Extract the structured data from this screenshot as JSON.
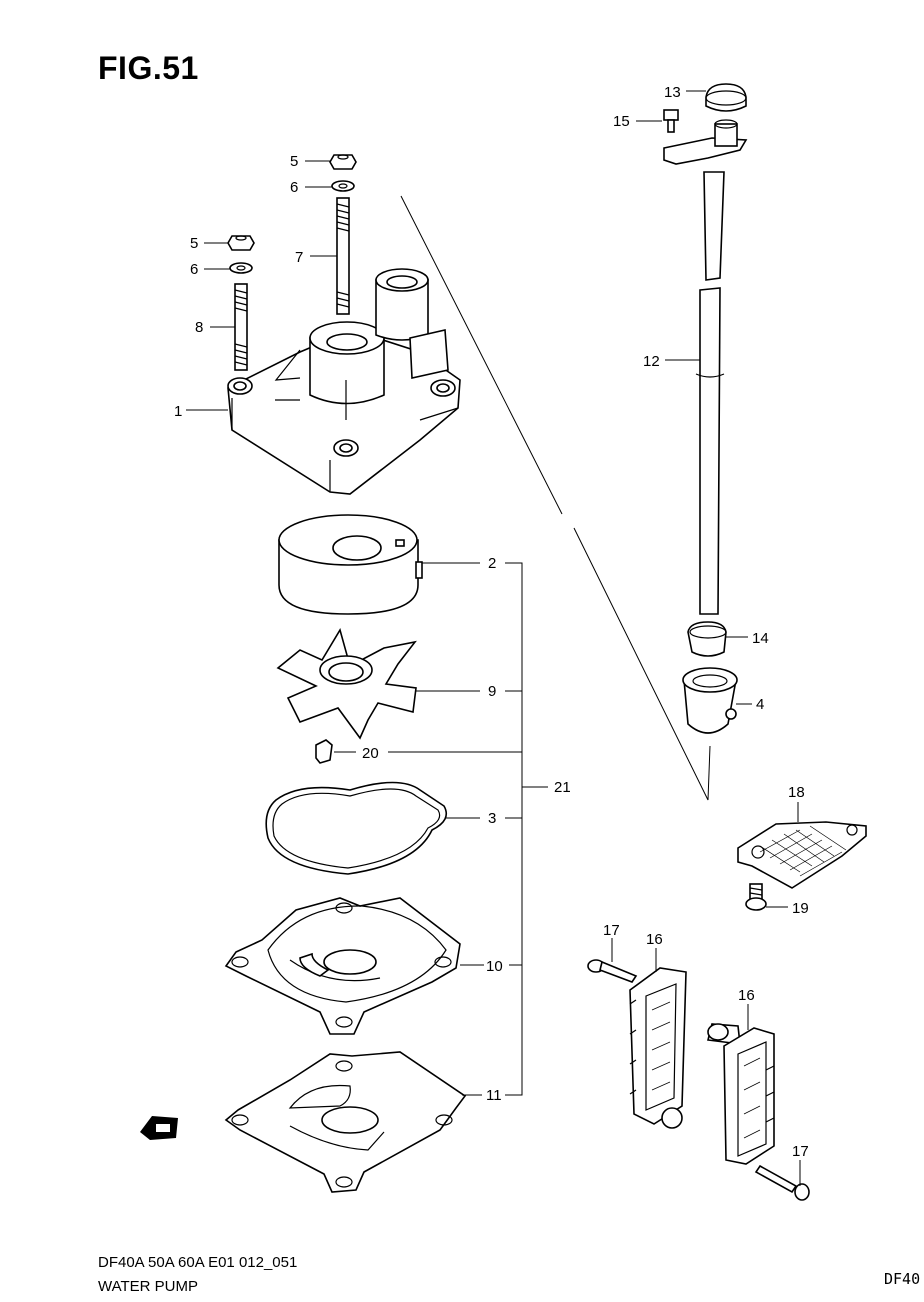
{
  "figure": {
    "title": "FIG.51",
    "code": "DF40A 50A 60A E01 012_051",
    "name": "WATER PUMP",
    "model": "DF40"
  },
  "callouts": [
    {
      "id": "c13",
      "text": "13"
    },
    {
      "id": "c15",
      "text": "15"
    },
    {
      "id": "c5a",
      "text": "5"
    },
    {
      "id": "c6a",
      "text": "6"
    },
    {
      "id": "c5b",
      "text": "5"
    },
    {
      "id": "c6b",
      "text": "6"
    },
    {
      "id": "c7",
      "text": "7"
    },
    {
      "id": "c8",
      "text": "8"
    },
    {
      "id": "c1",
      "text": "1"
    },
    {
      "id": "c12",
      "text": "12"
    },
    {
      "id": "c2",
      "text": "2"
    },
    {
      "id": "c9",
      "text": "9"
    },
    {
      "id": "c20",
      "text": "20"
    },
    {
      "id": "c21",
      "text": "21"
    },
    {
      "id": "c3",
      "text": "3"
    },
    {
      "id": "c14",
      "text": "14"
    },
    {
      "id": "c4",
      "text": "4"
    },
    {
      "id": "c18",
      "text": "18"
    },
    {
      "id": "c19",
      "text": "19"
    },
    {
      "id": "c17a",
      "text": "17"
    },
    {
      "id": "c16a",
      "text": "16"
    },
    {
      "id": "c10",
      "text": "10"
    },
    {
      "id": "c16b",
      "text": "16"
    },
    {
      "id": "c11",
      "text": "11"
    },
    {
      "id": "c17b",
      "text": "17"
    }
  ],
  "icons": {
    "front_marker": "front-arrow-icon"
  }
}
